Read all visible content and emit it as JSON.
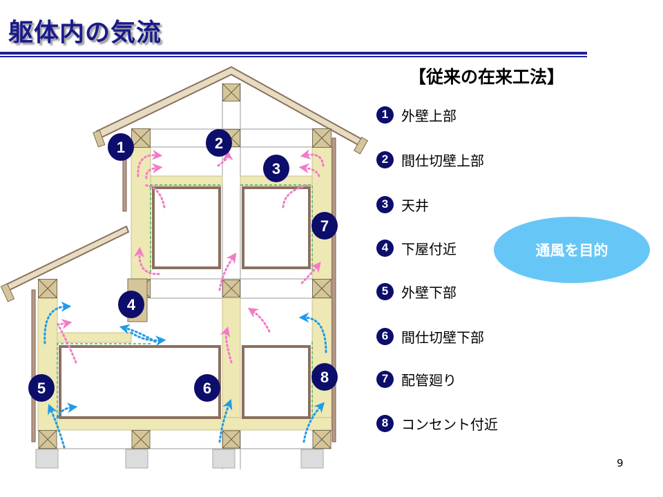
{
  "title": "躯体内の気流",
  "subheading": "【従来の在来工法】",
  "legend": [
    {
      "num": "1",
      "label": "外壁上部"
    },
    {
      "num": "2",
      "label": "間仕切壁上部"
    },
    {
      "num": "3",
      "label": "天井"
    },
    {
      "num": "4",
      "label": "下屋付近"
    },
    {
      "num": "5",
      "label": "外壁下部"
    },
    {
      "num": "6",
      "label": "間仕切壁下部"
    },
    {
      "num": "7",
      "label": "配管廻り"
    },
    {
      "num": "8",
      "label": "コンセント付近"
    }
  ],
  "diagram_badges": [
    "1",
    "2",
    "3",
    "4",
    "5",
    "6",
    "7",
    "8"
  ],
  "callout": "通風を目的",
  "page_number": "9",
  "colors": {
    "title": "#1a1a8c",
    "badge": "#0d0d6b",
    "callout": "#66c7f7",
    "insulation": "#ede8b4",
    "timber": "#d4c69a",
    "frame": "#8b6f5e",
    "warm_air": "#f27ac8",
    "outside_air": "#1e9be8"
  }
}
